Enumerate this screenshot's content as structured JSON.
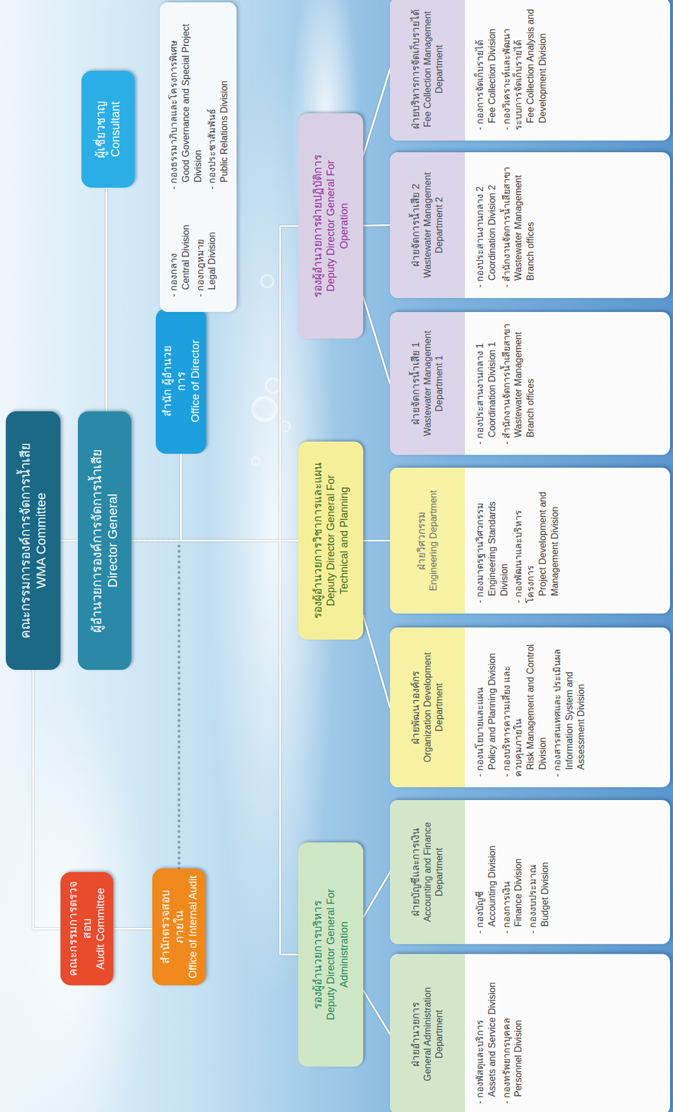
{
  "diagram": {
    "nodes": [
      {
        "text": [
          "คณะกรรมการองค์การจัดการน้ำเสีย",
          "WMA Committee"
        ]
      },
      {
        "text": [
          "คณะกรรมการตรวจสอบ",
          "Audit Committee"
        ]
      },
      {
        "text": [
          "ผู้อำนวยการองค์การจัดการน้ำเสีย",
          "Director General"
        ]
      },
      {
        "text": [
          "ผู้เชี่ยวชาญ",
          "Consultant"
        ]
      },
      {
        "text": [
          "สำนักตรวจสอบภายใน",
          "Office of Internal Audit"
        ]
      },
      {
        "text": [
          "สำนัก ผู้อำนวยการ",
          "Office of Director"
        ]
      },
      {
        "text": [
          "- กองกลาง",
          "Central Division",
          "- กองกฎหมาย",
          "Legal Division",
          "- กองธรรมาภิบาลและโครงการพิเศษ",
          "Good Governance and Special Project Division",
          "- กองประชาสัมพันธ์",
          "Public Relations Division"
        ]
      },
      {
        "text": [
          "รองผู้อำนวยการบริหาร",
          "Deputy Director General For Administration"
        ]
      },
      {
        "text": [
          "รองผู้อำนวยการวิชาการและแผน",
          "Deputy Director General For Technical and Planning"
        ]
      },
      {
        "text": [
          "รองผู้อำนวยการฝ่ายปฏิบัติการ",
          "Deputy Director General For Operation"
        ]
      },
      {
        "text": [
          "ฝ่ายอำนวยการ",
          "General Administration Department",
          "- กองพัสดุและบริการ",
          "Assets and Service Division",
          "- กองทรัพยากรบุคคล",
          "Personnel Division"
        ]
      },
      {
        "text": [
          "ฝ่ายบัญชีและการเงิน",
          "Accounting and Finance Department",
          "- กองบัญชี",
          "Accounting Division",
          "- กองการเงิน",
          "Finance Division",
          "- กองงบประมาณ",
          "Budget Division"
        ]
      },
      {
        "text": [
          "ฝ่ายพัฒนาองค์กร",
          "Organization Development Department",
          "- กองนโยบายและแผน",
          "Policy and Planning Division",
          "- กองบริหารความเสี่ยง และควบคุมภายใน",
          "Risk Management and Control Division",
          "- กองสารสนเทศและ ประเมินผล",
          "Information System and Assessment Division"
        ]
      },
      {
        "text": [
          "ฝ่ายวิศวกรรม",
          "Engineering Department",
          "- กองมาตรฐานวิศวกรรม",
          "Engineering Standards Division",
          "- กองพัฒนาและบริหาร โครงการ",
          "Project Development and Management Division"
        ]
      },
      {
        "text": [
          "ฝ่ายจัดการน้ำเสีย 1",
          "Wastewater Management Department 1",
          "- กองประสานงานกลาง 1",
          "Coordination Division 1",
          "- สำนักงานจัดการน้ำเสียสาขา",
          "Wastewater Management Branch offices"
        ]
      },
      {
        "text": [
          "ฝ่ายจัดการน้ำเสีย 2",
          "Wastewater Management Department 2",
          "- กองประสานงานกลาง 2",
          "Coordination Division 2",
          "- สำนักงานจัดการน้ำเสียสาขา",
          "Wastewater Management Branch offices"
        ]
      },
      {
        "text": [
          "ฝ่ายบริหารการจัดเก็บรายได้",
          "Fee Collection Management Department",
          "- กองการจัดเก็บรายได้",
          "Fee Collection Division",
          "- กองวิเคราะห์และพัฒนา ระบบการจัดเก็บรายได้",
          "Fee Collection Analysis and Development Division"
        ]
      }
    ],
    "edges": [
      {
        "from": 0,
        "to": 2,
        "arrow": "none"
      },
      {
        "from": 0,
        "to": 1,
        "arrow": "none"
      },
      {
        "from": 1,
        "to": 4,
        "arrow": "none"
      },
      {
        "from": 4,
        "to": 2,
        "arrow": "none"
      },
      {
        "from": 2,
        "to": 3,
        "arrow": "none"
      },
      {
        "from": 2,
        "to": 5,
        "arrow": "none"
      },
      {
        "from": 2,
        "to": 7,
        "arrow": "none"
      },
      {
        "from": 2,
        "to": 8,
        "arrow": "none"
      },
      {
        "from": 2,
        "to": 9,
        "arrow": "none"
      },
      {
        "from": 7,
        "to": 10,
        "arrow": "none"
      },
      {
        "from": 7,
        "to": 11,
        "arrow": "none"
      },
      {
        "from": 8,
        "to": 12,
        "arrow": "none"
      },
      {
        "from": 8,
        "to": 13,
        "arrow": "none"
      },
      {
        "from": 9,
        "to": 14,
        "arrow": "none"
      },
      {
        "from": 9,
        "to": 15,
        "arrow": "none"
      },
      {
        "from": 9,
        "to": 16,
        "arrow": "none"
      }
    ]
  }
}
